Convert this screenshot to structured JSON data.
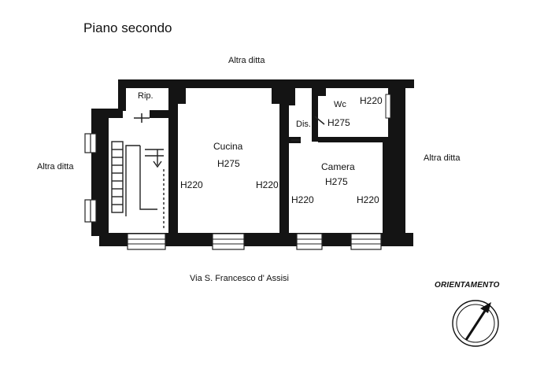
{
  "title": "Piano secondo",
  "surroundings": {
    "top": "Altra ditta",
    "left": "Altra ditta",
    "right": "Altra ditta",
    "street": "Via S. Francesco d' Assisi"
  },
  "rooms": {
    "rip": "Rip.",
    "cucina": {
      "name": "Cucina",
      "height": "H275",
      "left_height": "H220",
      "right_height": "H220"
    },
    "dis": {
      "name": "Dis.",
      "height": "H275"
    },
    "wc": {
      "name": "Wc",
      "height": "H220"
    },
    "camera": {
      "name": "Camera",
      "height": "H275",
      "left_height": "H220",
      "right_height": "H220"
    }
  },
  "orientation": {
    "label": "ORIENTAMENTO",
    "icon": "north-arrow-icon"
  }
}
